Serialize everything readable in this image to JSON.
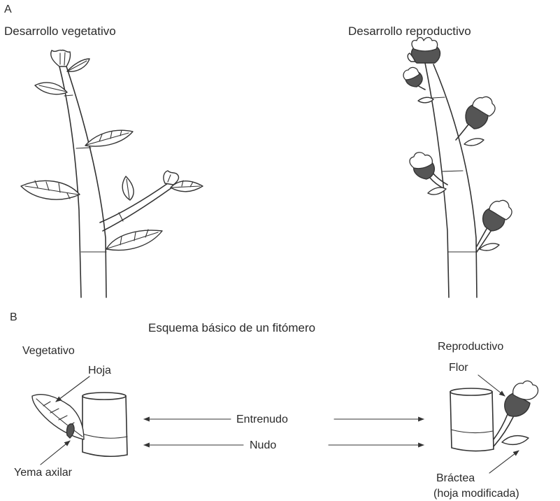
{
  "panel_a": {
    "letter": "A",
    "vegetative_title": "Desarrollo vegetativo",
    "reproductive_title": "Desarrollo reproductivo"
  },
  "panel_b": {
    "letter": "B",
    "title": "Esquema básico de un fitómero",
    "vegetative_label": "Vegetativo",
    "reproductive_label": "Reproductivo",
    "leaf_label": "Hoja",
    "axillary_bud_label": "Yema axilar",
    "flower_label": "Flor",
    "internode_label": "Entrenudo",
    "node_label": "Nudo",
    "bract_label_line1": "Bráctea",
    "bract_label_line2": "(hoja modificada)"
  },
  "colors": {
    "ink": "#333333",
    "flower_fill": "#555555",
    "background": "#ffffff"
  }
}
